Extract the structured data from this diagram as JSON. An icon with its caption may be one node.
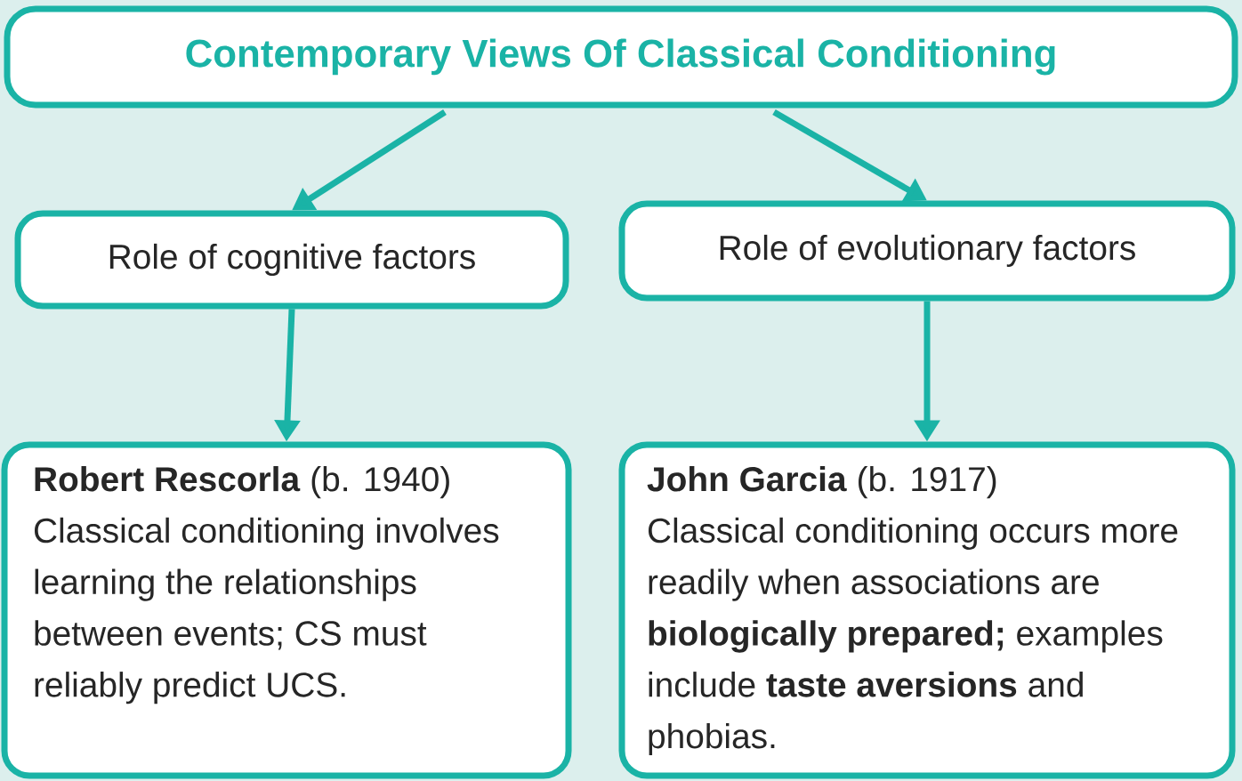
{
  "diagram": {
    "title": "Contemporary Views Of Classical Conditioning",
    "nodes": [
      {
        "text": [
          "Role of cognitive factors"
        ]
      },
      {
        "text": [
          "Role of evolutionary factors"
        ]
      },
      {
        "text": [
          "**Robert Rescorla** (b. 1940)",
          "Classical conditioning involves learning the relationships between events; CS must reliably predict UCS."
        ]
      },
      {
        "text": [
          "**John Garcia** (b. 1917)",
          "Classical conditioning occurs more readily when associations are **biologically prepared;** examples include **taste aversions** and phobias."
        ]
      }
    ],
    "edges": [
      {
        "from": null,
        "to": 0,
        "arrow": "to"
      },
      {
        "from": null,
        "to": 1,
        "arrow": "to"
      },
      {
        "from": 0,
        "to": 2,
        "arrow": "to"
      },
      {
        "from": 1,
        "to": 3,
        "arrow": "to"
      }
    ]
  }
}
